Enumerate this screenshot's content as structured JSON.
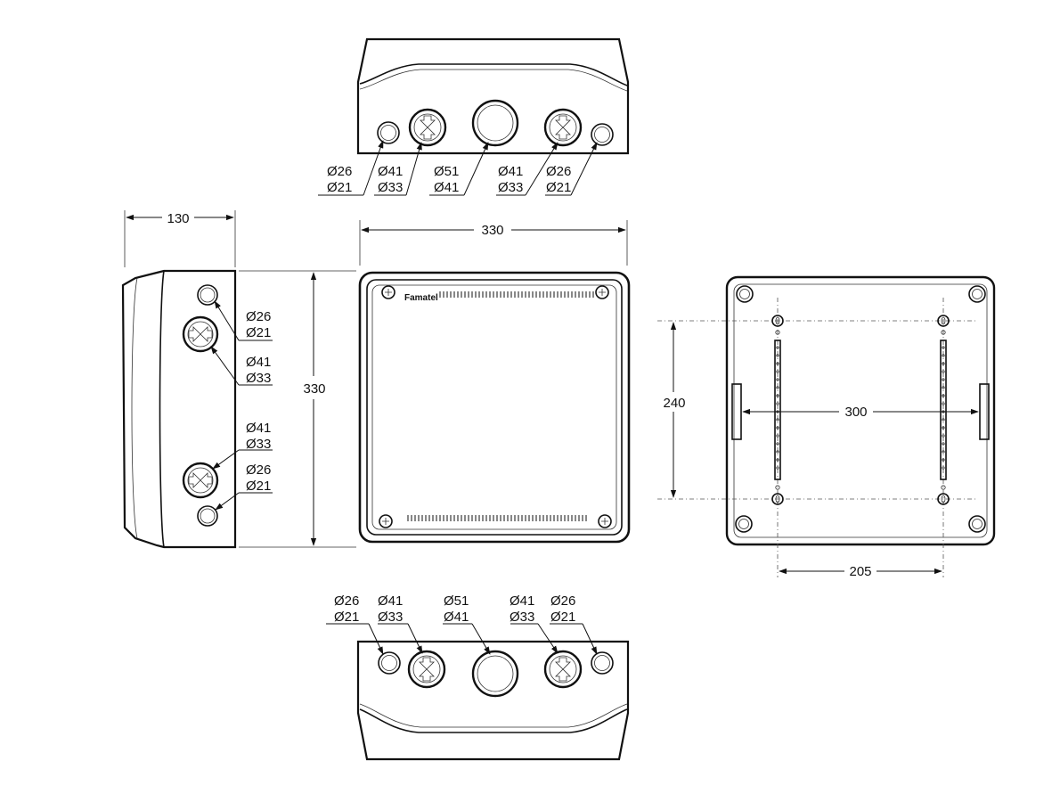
{
  "top_view": {
    "callouts": [
      {
        "outer": "Ø26",
        "inner": "Ø21"
      },
      {
        "outer": "Ø41",
        "inner": "Ø33"
      },
      {
        "outer": "Ø51",
        "inner": "Ø41"
      },
      {
        "outer": "Ø41",
        "inner": "Ø33"
      },
      {
        "outer": "Ø26",
        "inner": "Ø21"
      }
    ]
  },
  "bottom_view": {
    "callouts": [
      {
        "outer": "Ø26",
        "inner": "Ø21"
      },
      {
        "outer": "Ø41",
        "inner": "Ø33"
      },
      {
        "outer": "Ø51",
        "inner": "Ø41"
      },
      {
        "outer": "Ø41",
        "inner": "Ø33"
      },
      {
        "outer": "Ø26",
        "inner": "Ø21"
      }
    ]
  },
  "side_view": {
    "depth": "130",
    "height": "330",
    "callouts": [
      {
        "outer": "Ø26",
        "inner": "Ø21"
      },
      {
        "outer": "Ø41",
        "inner": "Ø33"
      },
      {
        "outer": "Ø41",
        "inner": "Ø33"
      },
      {
        "outer": "Ø26",
        "inner": "Ø21"
      }
    ]
  },
  "front_view": {
    "width": "330",
    "brand": "Famatel"
  },
  "back_view": {
    "vertical_spacing": "240",
    "horizontal_spacing": "300",
    "rail_spacing": "205"
  }
}
